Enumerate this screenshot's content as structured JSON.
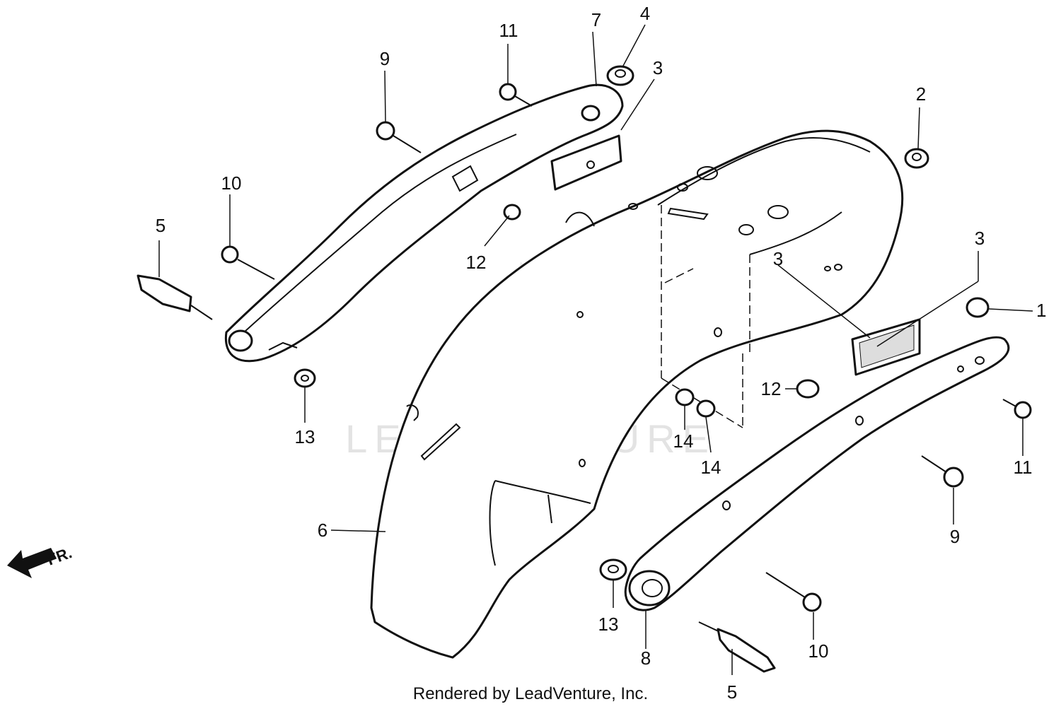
{
  "diagram": {
    "callouts": [
      "1",
      "2",
      "3",
      "3",
      "3",
      "4",
      "5",
      "5",
      "6",
      "7",
      "8",
      "9",
      "9",
      "10",
      "10",
      "11",
      "11",
      "12",
      "12",
      "13",
      "13",
      "14",
      "14"
    ],
    "direction_label": "FR.",
    "watermark": "LEADVENTURE",
    "footer": "Rendered by LeadVenture, Inc."
  }
}
